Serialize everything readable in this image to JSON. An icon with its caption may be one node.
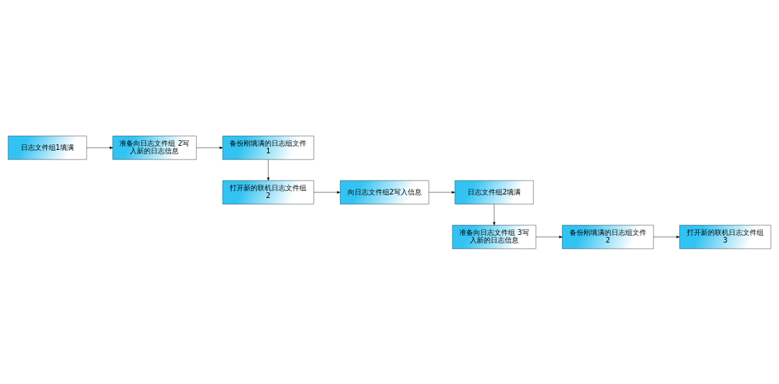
{
  "diagram": {
    "nodes": [
      {
        "text": [
          "日志文件组1填满"
        ]
      },
      {
        "text": [
          "准备向日志文件组 2写入新的日志信息"
        ]
      },
      {
        "text": [
          "备份刚填满的日志组文件1"
        ]
      },
      {
        "text": [
          "打开新的联机日志文件组 2"
        ]
      },
      {
        "text": [
          "向日志文件组2写入信息"
        ]
      },
      {
        "text": [
          "日志文件组2填满"
        ]
      },
      {
        "text": [
          "准备向日志文件组 3写入新的日志信息"
        ]
      },
      {
        "text": [
          "备份刚填满的日志组文件2"
        ]
      },
      {
        "text": [
          "打开新的联机日志文件组 3"
        ]
      }
    ],
    "edges": [
      {
        "from": 0,
        "to": 1,
        "arrow": "to"
      },
      {
        "from": 1,
        "to": 2,
        "arrow": "to"
      },
      {
        "from": 2,
        "to": 3,
        "arrow": "to"
      },
      {
        "from": 3,
        "to": 4,
        "arrow": "to"
      },
      {
        "from": 4,
        "to": 5,
        "arrow": "to"
      },
      {
        "from": 5,
        "to": 6,
        "arrow": "to"
      },
      {
        "from": 6,
        "to": 7,
        "arrow": "to"
      },
      {
        "from": 7,
        "to": 8,
        "arrow": "to"
      }
    ]
  }
}
